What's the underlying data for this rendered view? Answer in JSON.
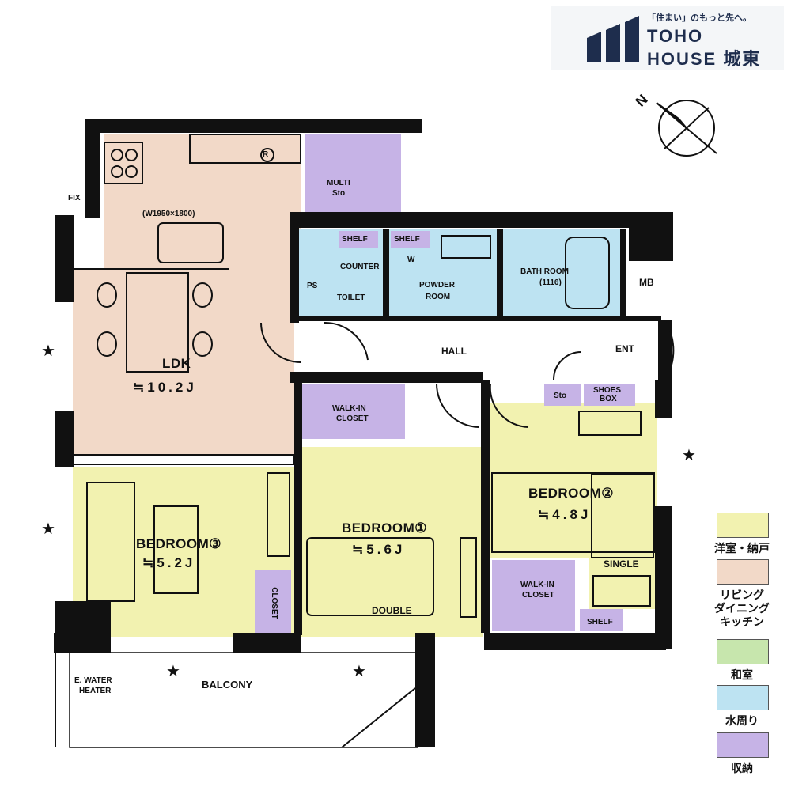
{
  "brand": {
    "slogan": "「住まい」のもっと先へ。",
    "name_line1": "TOHO",
    "name_line2": "HOUSE",
    "name_suffix": "城東"
  },
  "compass": {
    "north_label": "N"
  },
  "rooms": {
    "ldk": {
      "name": "LDK",
      "area": "≒10.2J"
    },
    "bedroom1": {
      "name": "BEDROOM①",
      "area": "≒5.6J",
      "bed": "DOUBLE"
    },
    "bedroom2": {
      "name": "BEDROOM②",
      "area": "≒4.8J",
      "bed": "SINGLE"
    },
    "bedroom3": {
      "name": "BEDROOM③",
      "area": "≒5.2J"
    }
  },
  "labels": {
    "fix": "FIX",
    "kitchen_size": "(W1950×1800)",
    "multi_sto_1": "MULTI",
    "multi_sto_2": "Sto",
    "shelf": "SHELF",
    "counter": "COUNTER",
    "ps": "PS",
    "toilet": "TOILET",
    "powder_1": "POWDER",
    "powder_2": "ROOM",
    "bath_1": "BATH ROOM",
    "bath_2": "(1116)",
    "mb": "MB",
    "hall": "HALL",
    "ent": "ENT",
    "sto": "Sto",
    "shoes_1": "SHOES",
    "shoes_2": "BOX",
    "wic_1": "WALK-IN",
    "wic_2": "CLOSET",
    "closet": "CLOSET",
    "balcony": "BALCONY",
    "water_1": "E. WATER",
    "water_2": "HEATER",
    "refrigerator": "R",
    "washer": "W"
  },
  "legend": [
    {
      "color": "#f2f2b0",
      "label": "洋室・納戸"
    },
    {
      "color": "#f2d9c8",
      "label": "リビング\nダイニング\nキッチン"
    },
    {
      "color": "#c7e6ad",
      "label": "和室"
    },
    {
      "color": "#bde3f2",
      "label": "水周り"
    },
    {
      "color": "#c6b3e6",
      "label": "収納"
    }
  ],
  "colors": {
    "western_room": "#f2f2b0",
    "ldk": "#f2d9c8",
    "water": "#bde3f2",
    "storage": "#c6b3e6",
    "wall": "#111111",
    "brand": "#1e2d4d"
  }
}
